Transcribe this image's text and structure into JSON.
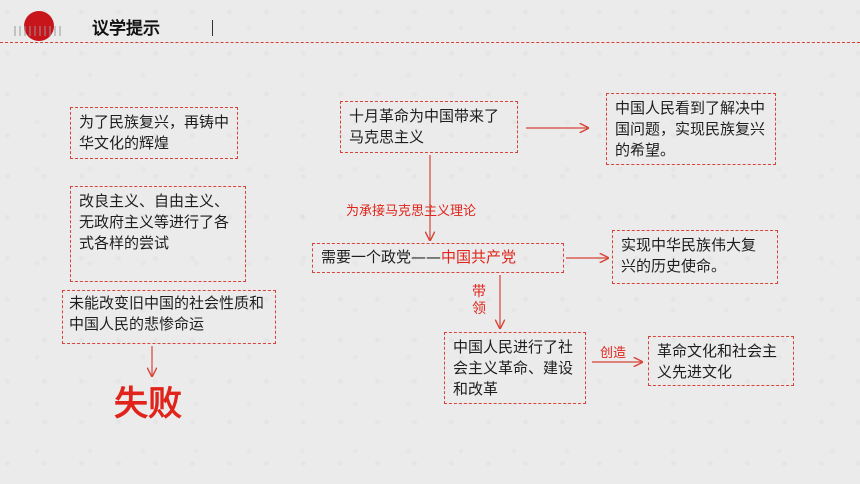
{
  "header": {
    "title": "议学提示"
  },
  "left": {
    "box1": "为了民族复兴，再铸中华文化的辉煌",
    "box2": " 改良主义、自由主义、无政府主义等进行了各式各样的尝试",
    "box3": "未能改变旧中国的社会性质和中国人民的悲惨命运",
    "result": "失败"
  },
  "right": {
    "october": "十月革命为中国带来了马克思主义",
    "hope": "中国人民看到了解决中国问题，实现民族复兴的希望。",
    "theory_label": "为承接马克思主义理论",
    "party_prefix": "需要一个政党——",
    "party_name": "中国共产党",
    "mission": "实现中华民族伟大复兴的历史使命。",
    "lead_label": "带领",
    "people": "中国人民进行了社会主义革命、建设和改革",
    "create_label": "创造",
    "culture": "革命文化和社会主义先进文化"
  },
  "colors": {
    "accent": "#e0241b",
    "header_blob": "#c8141b"
  }
}
